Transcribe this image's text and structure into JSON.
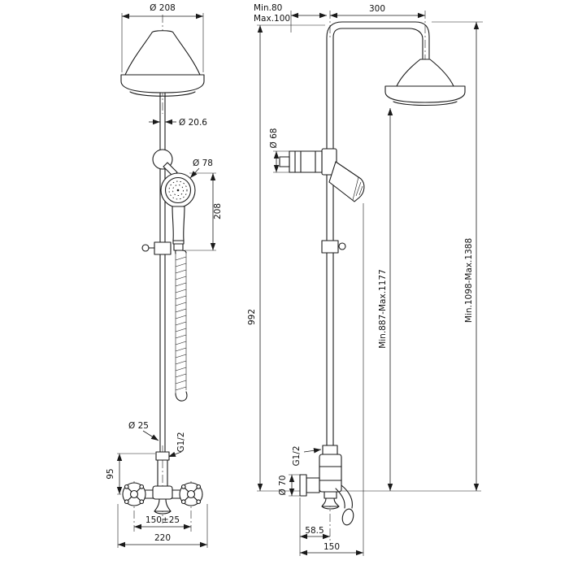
{
  "colors": {
    "line": "#1a1a1a",
    "background": "#ffffff"
  },
  "front": {
    "head_dia": "Ø 208",
    "pipe_dia": "Ø 20.6",
    "hand_dia": "Ø 78",
    "hand_len": "208",
    "riser_dia": "Ø 25",
    "thread": "G1/2",
    "valve_height": "95",
    "inlet_spacing": "150±25",
    "overall_width": "220"
  },
  "side": {
    "wall_min": "Min.80",
    "wall_max": "Max.100",
    "arm_length": "300",
    "diverter_dia": "Ø 68",
    "column_height": "992",
    "head_height": "Min.887-Max.1177",
    "total_height": "Min.1098-Max.1388",
    "thread": "G1/2",
    "escutcheon_dia": "Ø 70",
    "wall_to_axis": "58.5",
    "depth": "150"
  }
}
